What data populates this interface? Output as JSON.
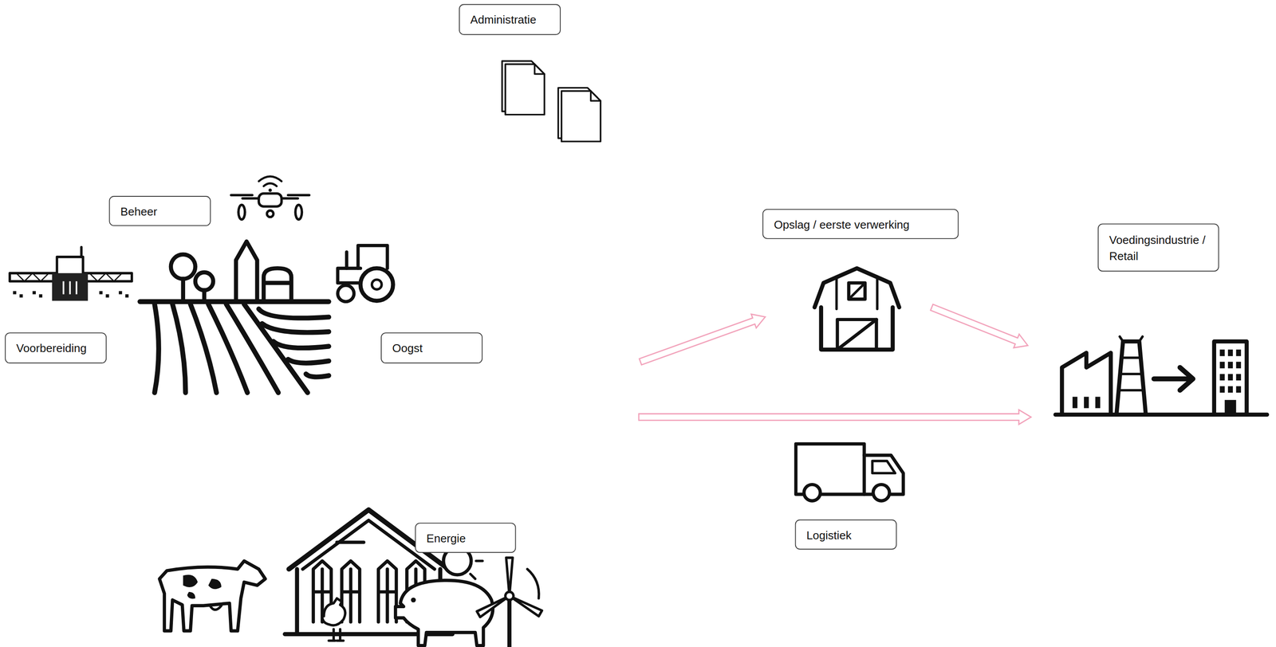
{
  "diagram": {
    "nodes": [
      {
        "text": [
          "Administratie"
        ]
      },
      {
        "text": [
          "Beheer"
        ]
      },
      {
        "text": [
          "Opslag / eerste verwerking"
        ]
      },
      {
        "text": [
          "Voedingsindustrie / Retail"
        ]
      },
      {
        "text": [
          "Voorbereiding"
        ]
      },
      {
        "text": [
          "Oogst"
        ]
      },
      {
        "text": [
          "Energie"
        ]
      },
      {
        "text": [
          "Logistiek"
        ]
      }
    ]
  }
}
